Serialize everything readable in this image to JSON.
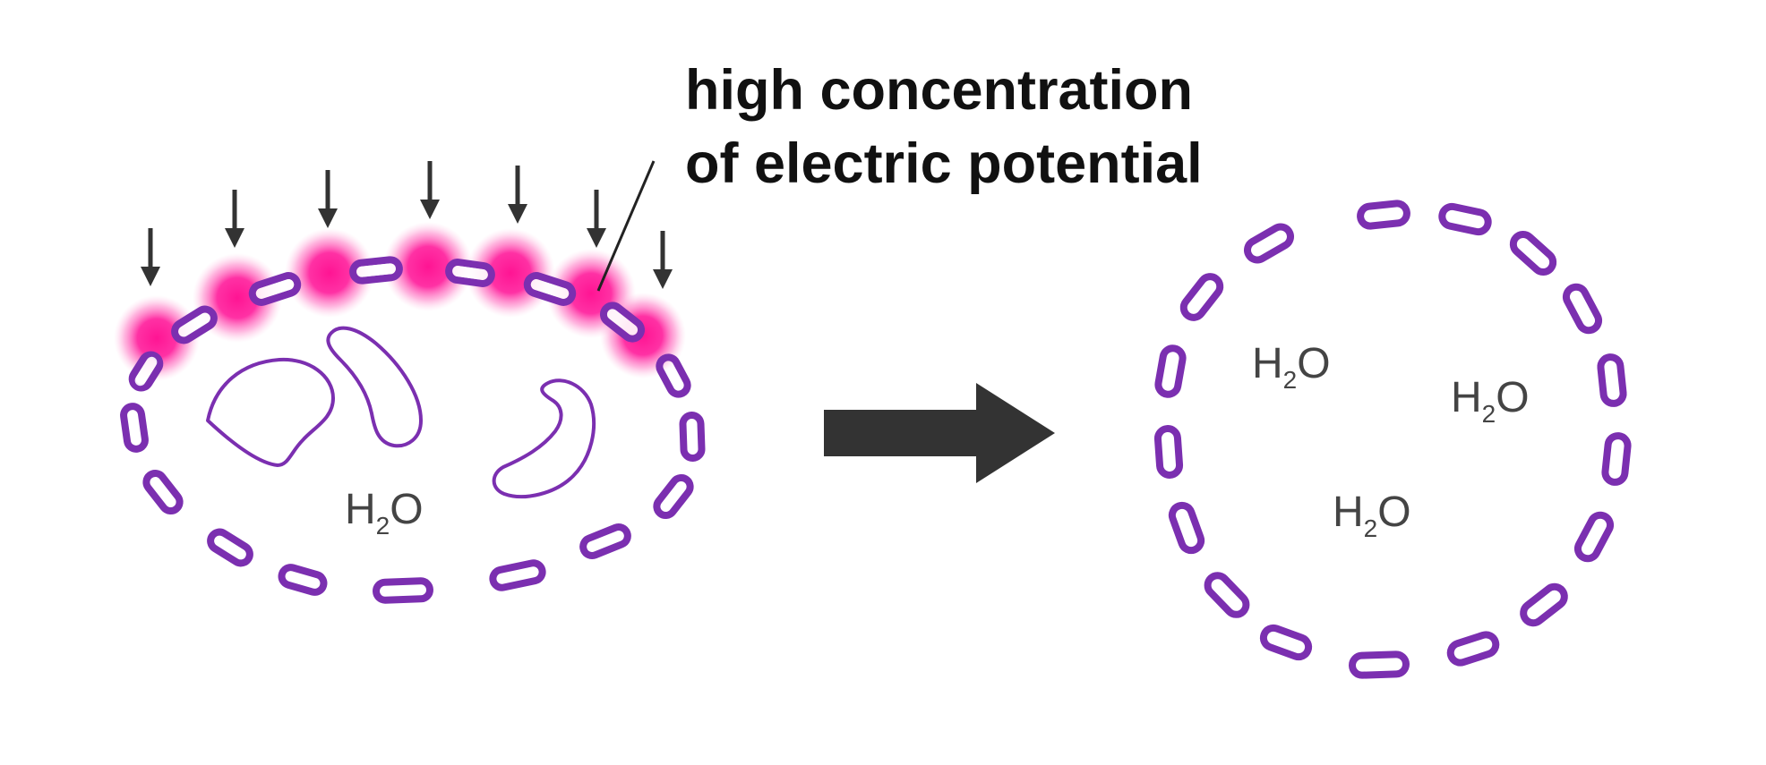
{
  "callout": {
    "line1": "high concentration",
    "line2": "of electric potential"
  },
  "molecule": {
    "formula": "H₂O",
    "element_h": "H",
    "subscript": "2",
    "element_o": "O"
  },
  "colors": {
    "membrane": "#7b2fb0",
    "potential_glow": "#ff1493",
    "arrow": "#333333",
    "text": "#111111"
  }
}
